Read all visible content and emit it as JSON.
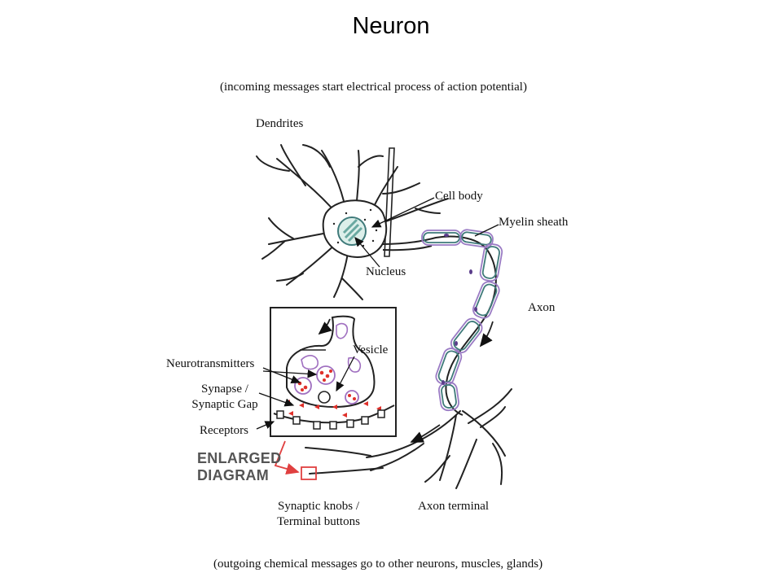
{
  "title": "Neuron",
  "captions": {
    "top": "(incoming messages start electrical process of action potential)",
    "bottom": "(outgoing chemical messages go to other neurons, muscles, glands)"
  },
  "labels": {
    "dendrites": "Dendrites",
    "cell_body": "Cell body",
    "myelin_sheath": "Myelin sheath",
    "nucleus": "Nucleus",
    "axon": "Axon",
    "vesicle": "Vesicle",
    "neurotransmitters": "Neurotransmitters",
    "synapse_line1": "Synapse /",
    "synapse_line2": "Synaptic Gap",
    "receptors": "Receptors",
    "enlarged_line1": "ENLARGED",
    "enlarged_line2": "DIAGRAM",
    "synaptic_knobs_line1": "Synaptic knobs /",
    "synaptic_knobs_line2": "Terminal buttons",
    "axon_terminal": "Axon terminal"
  },
  "colors": {
    "ink": "#222222",
    "myelin": "#9a7bc4",
    "myelin_inner": "#3f7a7a",
    "nucleus_fill": "#6aa9a1",
    "neurotransmitter": "#e0302a",
    "vesicle_outline": "#a070c0",
    "enlarged_label": "#555555",
    "enlarged_box": "#e04040"
  }
}
